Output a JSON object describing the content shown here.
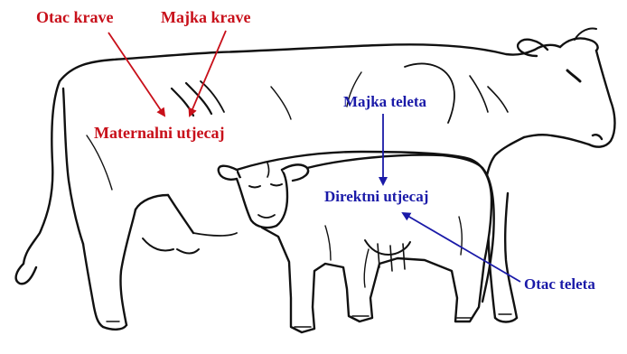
{
  "colors": {
    "red": "#c8101a",
    "blue": "#1a1aa8",
    "ink": "#111111"
  },
  "labels": {
    "otac_krave": "Otac krave",
    "majka_krave": "Majka krave",
    "maternalni_utjecaj": "Maternalni utjecaj",
    "majka_teleta": "Majka teleta",
    "direktni_utjecaj": "Direktni utjecaj",
    "otac_teleta": "Otac teleta"
  },
  "icons": {
    "cow": "cow-illustration",
    "calf": "calf-illustration"
  }
}
